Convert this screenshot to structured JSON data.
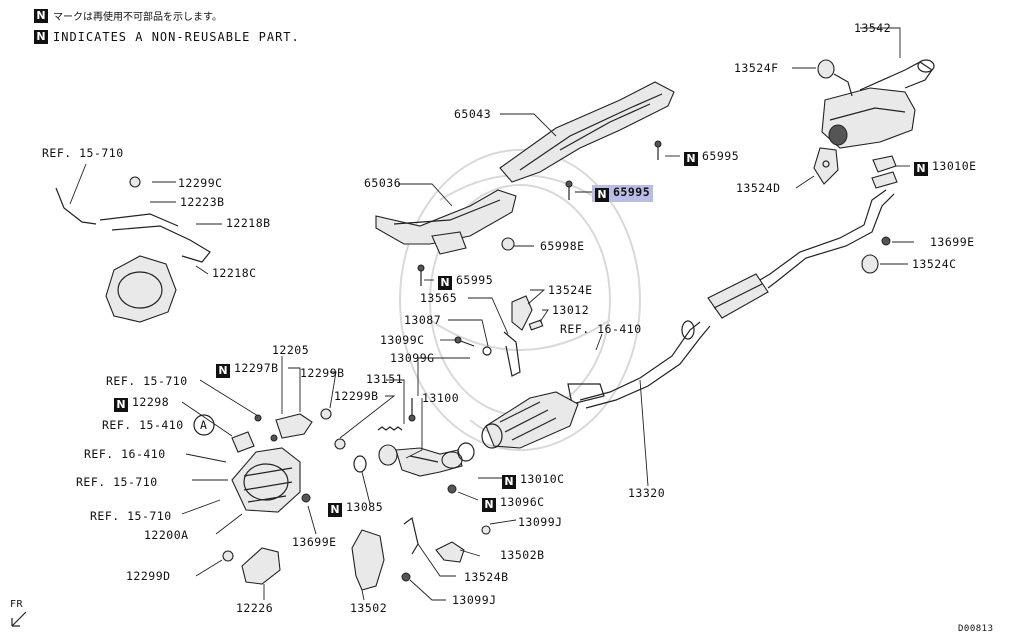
{
  "legend": {
    "jp": "マークは再使用不可部品を示します。",
    "en": "INDICATES A NON-REUSABLE PART."
  },
  "labels": [
    {
      "id": "13542",
      "text": "13542",
      "n": false
    },
    {
      "id": "13524F",
      "text": "13524F",
      "n": false
    },
    {
      "id": "65043",
      "text": "65043",
      "n": false
    },
    {
      "id": "65995a",
      "text": "65995",
      "n": true
    },
    {
      "id": "13524D",
      "text": "13524D",
      "n": false
    },
    {
      "id": "13010E",
      "text": "13010E",
      "n": true
    },
    {
      "id": "ref15710a",
      "text": "REF. 15-710",
      "n": false
    },
    {
      "id": "12299C",
      "text": "12299C",
      "n": false
    },
    {
      "id": "12223B",
      "text": "12223B",
      "n": false
    },
    {
      "id": "12218B",
      "text": "12218B",
      "n": false
    },
    {
      "id": "65036",
      "text": "65036",
      "n": false
    },
    {
      "id": "65995b",
      "text": "65995",
      "n": true
    },
    {
      "id": "65998E",
      "text": "65998E",
      "n": false
    },
    {
      "id": "13699Ea",
      "text": "13699E",
      "n": false
    },
    {
      "id": "13524C",
      "text": "13524C",
      "n": false
    },
    {
      "id": "12218C",
      "text": "12218C",
      "n": false
    },
    {
      "id": "65995c",
      "text": "65995",
      "n": true
    },
    {
      "id": "13524E",
      "text": "13524E",
      "n": false
    },
    {
      "id": "13565",
      "text": "13565",
      "n": false
    },
    {
      "id": "13012",
      "text": "13012",
      "n": false
    },
    {
      "id": "13087",
      "text": "13087",
      "n": false
    },
    {
      "id": "ref16410a",
      "text": "REF. 16-410",
      "n": false
    },
    {
      "id": "13099C",
      "text": "13099C",
      "n": false
    },
    {
      "id": "13099G",
      "text": "13099G",
      "n": false
    },
    {
      "id": "12205",
      "text": "12205",
      "n": false
    },
    {
      "id": "12297B",
      "text": "12297B",
      "n": true
    },
    {
      "id": "12299B",
      "text": "12299B",
      "n": false
    },
    {
      "id": "13151",
      "text": "13151",
      "n": false
    },
    {
      "id": "ref15710b",
      "text": "REF. 15-710",
      "n": false
    },
    {
      "id": "12299Bb",
      "text": "12299B",
      "n": false
    },
    {
      "id": "13100",
      "text": "13100",
      "n": false
    },
    {
      "id": "12298",
      "text": "12298",
      "n": true
    },
    {
      "id": "ref15410",
      "text": "REF. 15-410",
      "n": false
    },
    {
      "id": "circA",
      "text": "A",
      "n": false
    },
    {
      "id": "ref16410b",
      "text": "REF. 16-410",
      "n": false
    },
    {
      "id": "ref15710c",
      "text": "REF. 15-710",
      "n": false
    },
    {
      "id": "13010C",
      "text": "13010C",
      "n": true
    },
    {
      "id": "13320",
      "text": "13320",
      "n": false
    },
    {
      "id": "13085",
      "text": "13085",
      "n": true
    },
    {
      "id": "13096C",
      "text": "13096C",
      "n": true
    },
    {
      "id": "ref15710d",
      "text": "REF. 15-710",
      "n": false
    },
    {
      "id": "12200A",
      "text": "12200A",
      "n": false
    },
    {
      "id": "13699Eb",
      "text": "13699E",
      "n": false
    },
    {
      "id": "13099J",
      "text": "13099J",
      "n": false
    },
    {
      "id": "13502B",
      "text": "13502B",
      "n": false
    },
    {
      "id": "12299D",
      "text": "12299D",
      "n": false
    },
    {
      "id": "13524B",
      "text": "13524B",
      "n": false
    },
    {
      "id": "12226",
      "text": "12226",
      "n": false
    },
    {
      "id": "13502",
      "text": "13502",
      "n": false
    },
    {
      "id": "13099Jb",
      "text": "13099J",
      "n": false
    },
    {
      "id": "fr",
      "text": "FR",
      "n": false
    },
    {
      "id": "code",
      "text": "D00813",
      "n": false
    }
  ],
  "highlight": "65995b"
}
